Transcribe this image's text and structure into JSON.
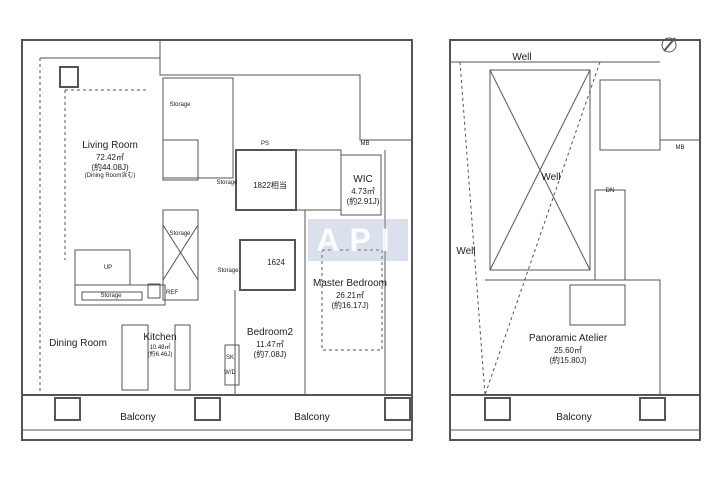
{
  "left_plan": {
    "living_room": {
      "name": "Living Room",
      "area": "72.42㎡",
      "tatami": "(約44.08J)",
      "note": "(Dining Room含む)"
    },
    "dining_room": {
      "name": "Dining Room"
    },
    "kitchen": {
      "name": "Kitchen",
      "area": "10.48㎡",
      "tatami": "(約6.46J)"
    },
    "bedroom2": {
      "name": "Bedroom2",
      "area": "11.47㎡",
      "tatami": "(約7.08J)"
    },
    "master_bedroom": {
      "name": "Master Bedroom",
      "area": "26.21㎡",
      "tatami": "(約16.17J)"
    },
    "wic": {
      "name": "WIC",
      "area": "4.73㎡",
      "tatami": "(約2.91J)"
    },
    "bath1": "1822相当",
    "bath2": "1624",
    "storage": "Storage",
    "ps": "PS",
    "mb": "MB",
    "ref": "REF",
    "up": "UP",
    "sk": "SK",
    "wd": "W/D",
    "balcony": "Balcony"
  },
  "right_plan": {
    "well": "Well",
    "dn": "DN",
    "mb": "MB",
    "atelier": {
      "name": "Panoramic Atelier",
      "area": "25.60㎡",
      "tatami": "(約15.80J)"
    },
    "balcony": "Balcony"
  },
  "watermark": "API"
}
